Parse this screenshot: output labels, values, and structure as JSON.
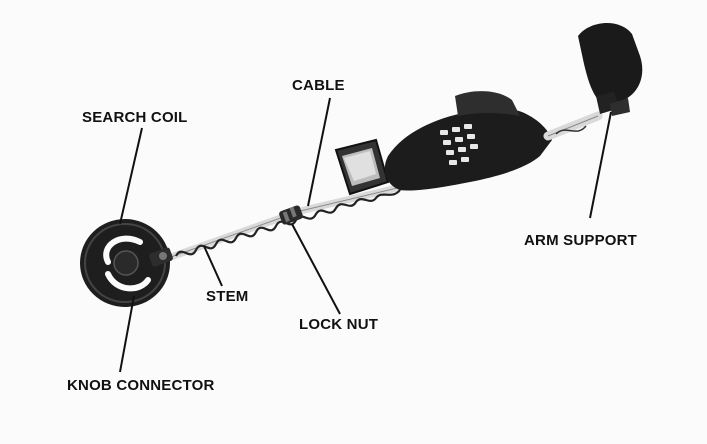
{
  "labels": {
    "cable": "CABLE",
    "search_coil": "SEARCH COIL",
    "arm_support": "ARM SUPPORT",
    "stem": "STEM",
    "lock_nut": "LOCK NUT",
    "knob_connector": "KNOB CONNECTOR"
  },
  "colors": {
    "ink": "#111111",
    "device_dark": "#1c1c1c",
    "device_mid": "#3a3a3a",
    "stem_light": "#d9d9d9",
    "background": "#fbfbfb"
  }
}
